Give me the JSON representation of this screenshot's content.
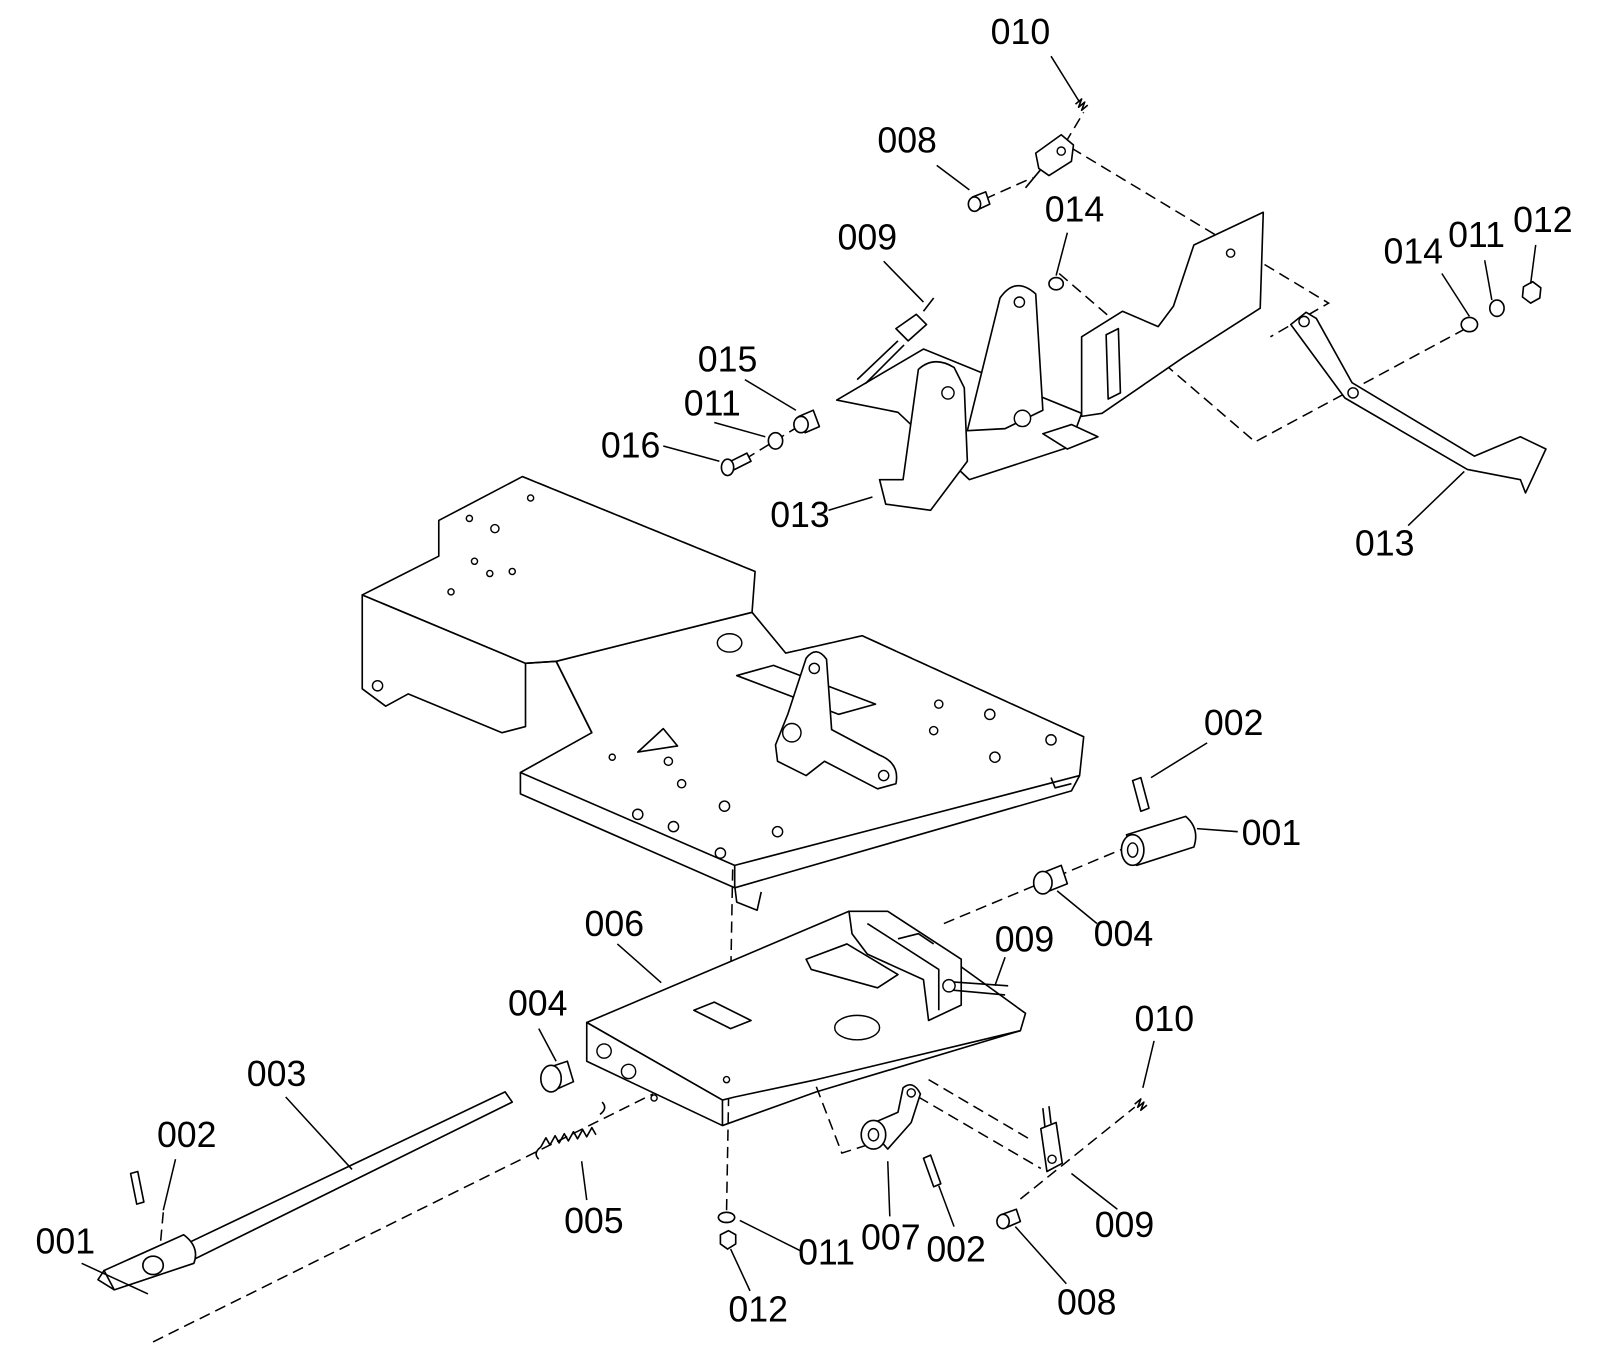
{
  "callouts": [
    "010",
    "008",
    "014",
    "009",
    "015",
    "011",
    "016",
    "013",
    "014",
    "011",
    "012",
    "013",
    "002",
    "001",
    "004",
    "006",
    "009",
    "004",
    "010",
    "003",
    "002",
    "001",
    "005",
    "011",
    "007",
    "002",
    "009",
    "008",
    "012"
  ],
  "colors": {
    "line": "#000000",
    "background": "#ffffff"
  }
}
